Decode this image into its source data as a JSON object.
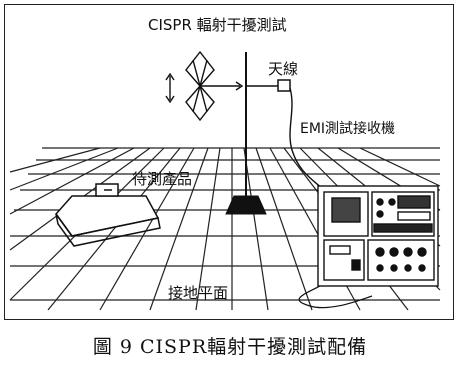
{
  "labels": {
    "top_title": "CISPR 輻射干擾測試",
    "antenna": "天線",
    "receiver": "EMI測試接收機",
    "eut": "待測產品",
    "ground_plane": "接地平面"
  },
  "caption": "圖 9    CISPR輻射干擾測試配備"
}
